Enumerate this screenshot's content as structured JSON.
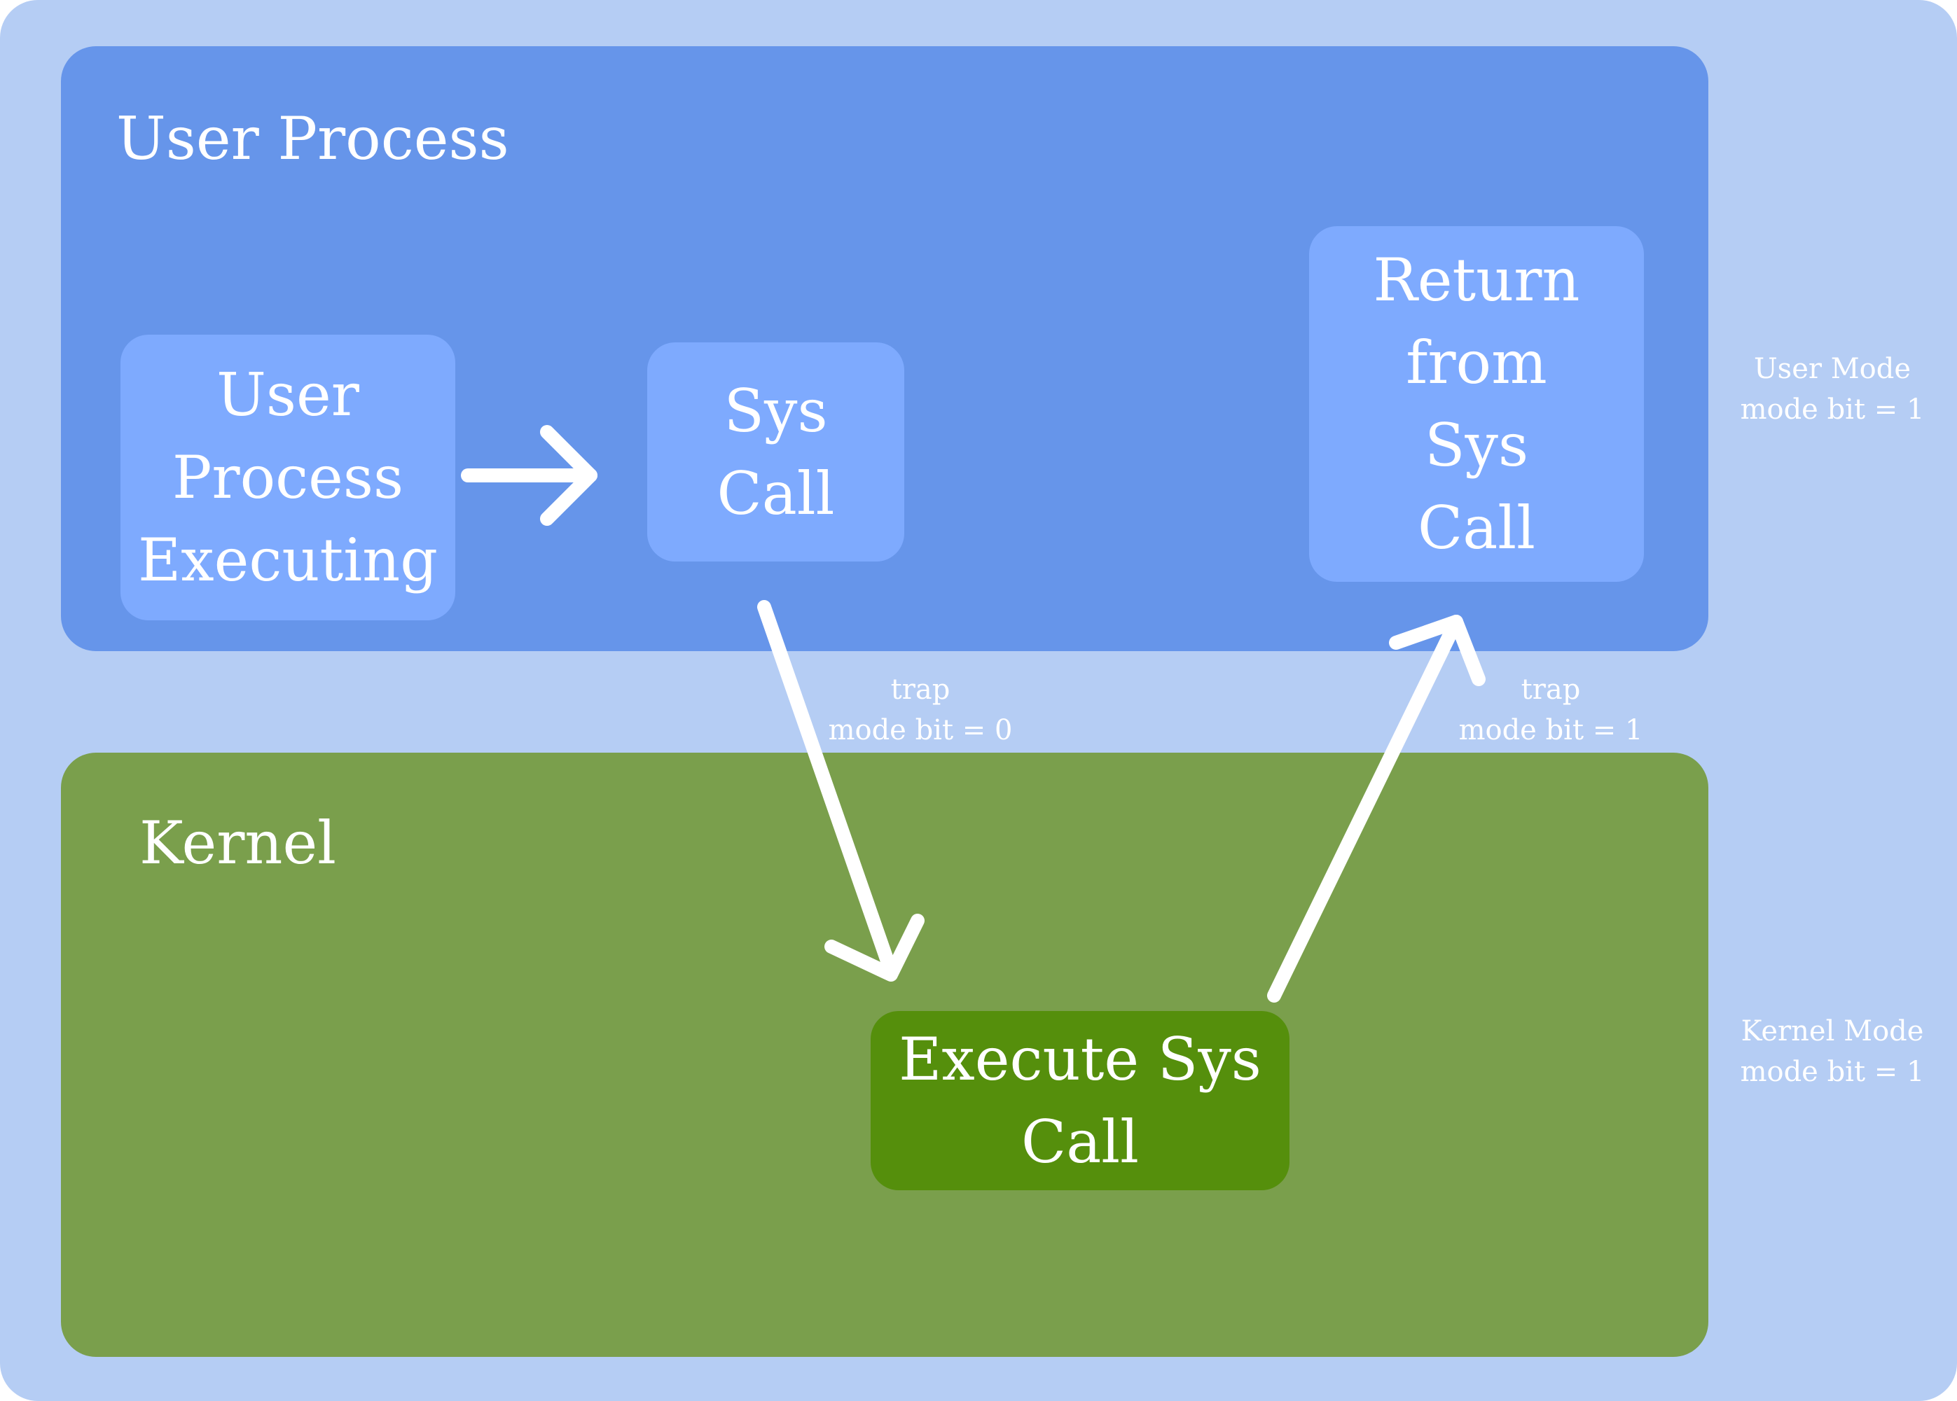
{
  "user_region": {
    "title": "User Process"
  },
  "kernel_region": {
    "title": "Kernel"
  },
  "boxes": {
    "user_process_executing": [
      "User",
      "Process",
      "Executing"
    ],
    "sys_call": [
      "Sys",
      "Call"
    ],
    "return_from_sys_call": [
      "Return",
      "from",
      "Sys",
      "Call"
    ],
    "execute_sys_call": [
      "Execute Sys",
      "Call"
    ]
  },
  "edge_labels": {
    "trap_down": [
      "trap",
      "mode bit = 0"
    ],
    "trap_up": [
      "trap",
      "mode bit = 1"
    ]
  },
  "side_labels": {
    "user_mode": [
      "User Mode",
      "mode bit = 1"
    ],
    "kernel_mode": [
      "Kernel Mode",
      "mode bit = 1"
    ]
  },
  "colors": {
    "background": "#b5cdf4",
    "user_region": "#6695ea",
    "user_box": "#7eaafe",
    "kernel_region": "#7a9f4c",
    "kernel_box": "#558f0c",
    "text_and_arrows": "#ffffff"
  }
}
